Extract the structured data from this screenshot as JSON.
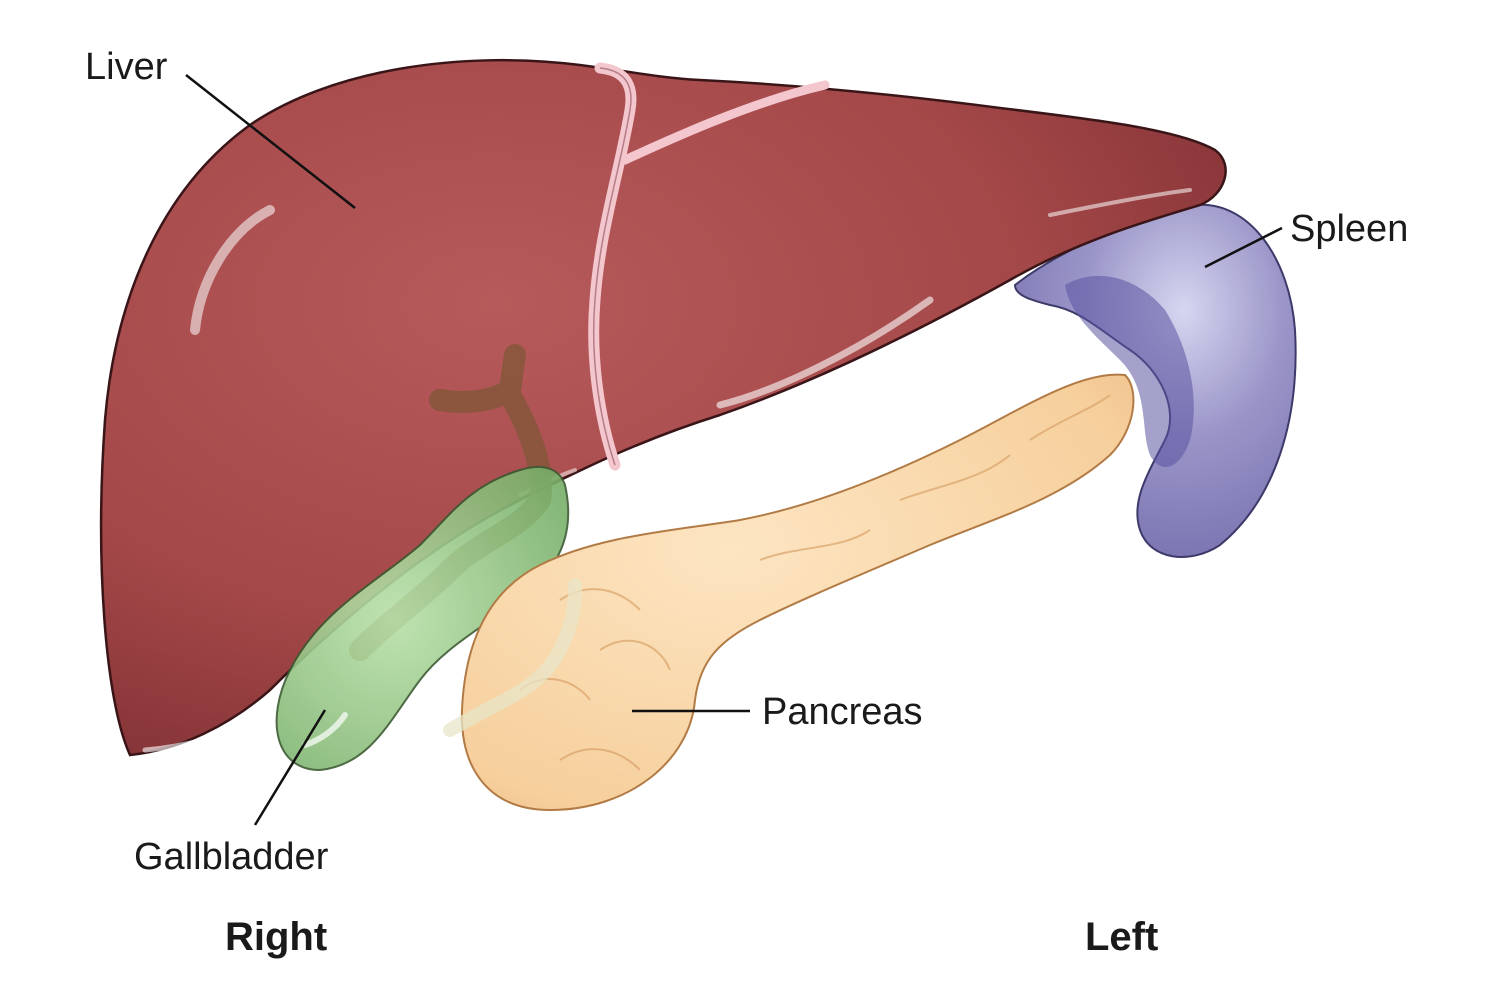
{
  "labels": {
    "liver": "Liver",
    "spleen": "Spleen",
    "pancreas": "Pancreas",
    "gallbladder": "Gallbladder"
  },
  "orientation": {
    "right": "Right",
    "left": "Left"
  },
  "colors": {
    "liver": "#a84a4b",
    "liver_shadow": "#7f2f33",
    "ligament": "#f2c6cc",
    "spleen": "#8c86bd",
    "spleen_dark": "#5f5a9a",
    "pancreas": "#f6d2a2",
    "pancreas_edge": "#d9a26a",
    "gallbladder": "#86c27a",
    "bile_duct": "#8a5a3b",
    "leader_line": "#111111"
  }
}
